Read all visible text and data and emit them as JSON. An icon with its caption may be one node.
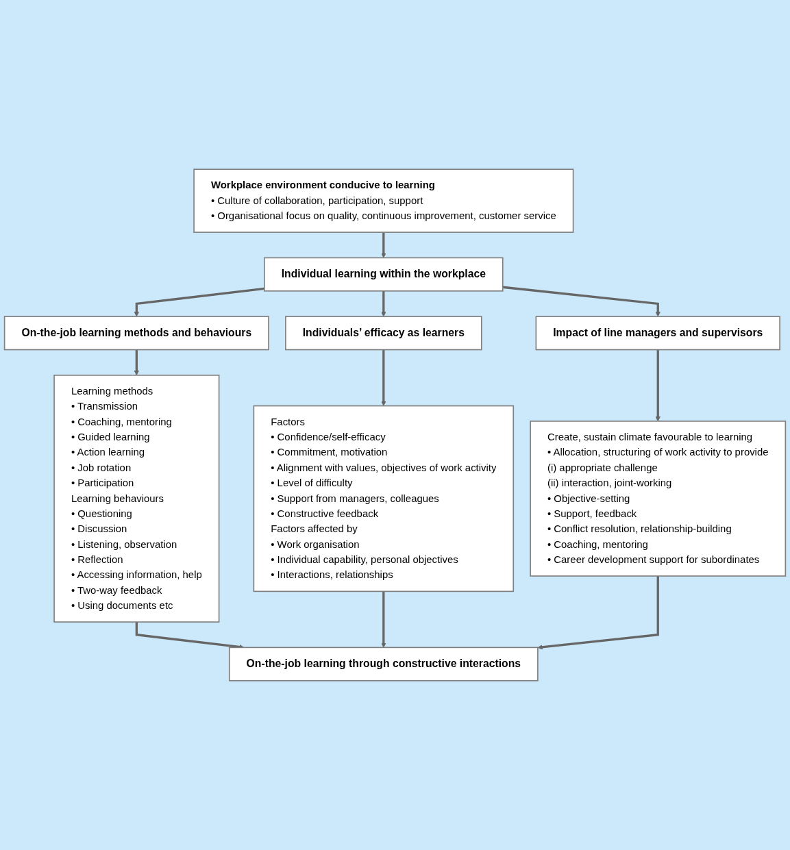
{
  "diagram": {
    "nodes": [
      {
        "text": [
          "Workplace environment conducive to learning",
          "• Culture of collaboration, participation, support",
          "• Organisational focus on quality, continuous improvement, customer service"
        ]
      },
      {
        "text": [
          "Individual learning within the workplace"
        ]
      },
      {
        "text": [
          "On-the-job learning methods and behaviours"
        ]
      },
      {
        "text": [
          "Individuals’ efficacy as learners"
        ]
      },
      {
        "text": [
          "Impact of line managers and supervisors"
        ]
      },
      {
        "text": [
          "Learning methods",
          "• Transmission",
          "• Coaching, mentoring",
          "• Guided learning",
          "• Action learning",
          "• Job rotation",
          "• Participation",
          "Learning behaviours",
          "• Questioning",
          "• Discussion",
          "• Listening, observation",
          "• Reflection",
          "• Accessing information, help",
          "• Two-way feedback",
          "• Using documents etc"
        ]
      },
      {
        "text": [
          "Factors",
          "• Confidence/self-efficacy",
          "• Commitment, motivation",
          "• Alignment with values, objectives of work activity",
          "• Level of difficulty",
          "• Support from managers, colleagues",
          "• Constructive feedback",
          "Factors affected by",
          "• Work organisation",
          "• Individual capability, personal objectives",
          "• Interactions, relationships"
        ]
      },
      {
        "text": [
          "Create, sustain climate favourable to learning",
          "• Allocation, structuring of work activity to provide",
          "(i) appropriate challenge",
          "(ii) interaction, joint-working",
          "• Objective-setting",
          "• Support, feedback",
          "• Conflict resolution, relationship-building",
          "• Coaching, mentoring",
          "• Career development support for subordinates"
        ]
      },
      {
        "text": [
          "On-the-job learning through constructive interactions"
        ]
      }
    ],
    "edges": [
      {
        "from": 0,
        "to": 1,
        "arrow": "to"
      },
      {
        "from": 1,
        "to": 2,
        "arrow": "to"
      },
      {
        "from": 1,
        "to": 3,
        "arrow": "to"
      },
      {
        "from": 1,
        "to": 4,
        "arrow": "to"
      },
      {
        "from": 2,
        "to": 5,
        "arrow": "to"
      },
      {
        "from": 3,
        "to": 6,
        "arrow": "to"
      },
      {
        "from": 4,
        "to": 7,
        "arrow": "to"
      },
      {
        "from": 5,
        "to": 8,
        "arrow": "to"
      },
      {
        "from": 6,
        "to": 8,
        "arrow": "to"
      },
      {
        "from": 7,
        "to": 8,
        "arrow": "to"
      }
    ]
  }
}
